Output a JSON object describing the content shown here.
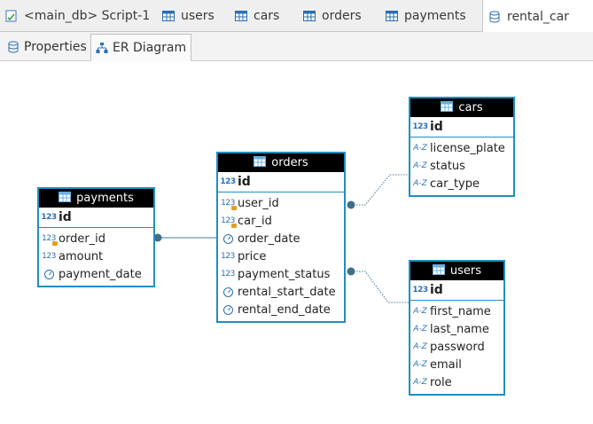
{
  "tabs": [
    {
      "label": "<main_db> Script-1",
      "icon": "sql-script-icon"
    },
    {
      "label": "users",
      "icon": "table-icon"
    },
    {
      "label": "cars",
      "icon": "table-icon"
    },
    {
      "label": "orders",
      "icon": "table-icon"
    },
    {
      "label": "payments",
      "icon": "table-icon"
    },
    {
      "label": "rental_car",
      "icon": "database-icon",
      "active": true
    }
  ],
  "subtabs": [
    {
      "label": "Properties",
      "icon": "database-icon"
    },
    {
      "label": "ER Diagram",
      "icon": "er-diagram-icon",
      "active": true
    }
  ],
  "entities": {
    "payments": {
      "title": "payments",
      "pk": "id",
      "columns": [
        {
          "name": "order_id",
          "type": "numeric-fk"
        },
        {
          "name": "amount",
          "type": "numeric"
        },
        {
          "name": "payment_date",
          "type": "datetime"
        }
      ]
    },
    "orders": {
      "title": "orders",
      "pk": "id",
      "columns": [
        {
          "name": "user_id",
          "type": "numeric-fk"
        },
        {
          "name": "car_id",
          "type": "numeric-fk"
        },
        {
          "name": "order_date",
          "type": "datetime"
        },
        {
          "name": "price",
          "type": "numeric"
        },
        {
          "name": "payment_status",
          "type": "numeric"
        },
        {
          "name": "rental_start_date",
          "type": "datetime"
        },
        {
          "name": "rental_end_date",
          "type": "datetime"
        }
      ]
    },
    "cars": {
      "title": "cars",
      "pk": "id",
      "columns": [
        {
          "name": "license_plate",
          "type": "text-key"
        },
        {
          "name": "status",
          "type": "text"
        },
        {
          "name": "car_type",
          "type": "text"
        }
      ]
    },
    "users": {
      "title": "users",
      "pk": "id",
      "columns": [
        {
          "name": "first_name",
          "type": "text"
        },
        {
          "name": "last_name",
          "type": "text"
        },
        {
          "name": "password",
          "type": "text"
        },
        {
          "name": "email",
          "type": "text-key"
        },
        {
          "name": "role",
          "type": "text"
        }
      ]
    }
  },
  "icon_glyphs": {
    "numeric": "123",
    "text": "A-Z"
  },
  "colors": {
    "entity_border": "#1f8fc2",
    "header_bg": "#000000",
    "connector": "#4a7a96"
  }
}
